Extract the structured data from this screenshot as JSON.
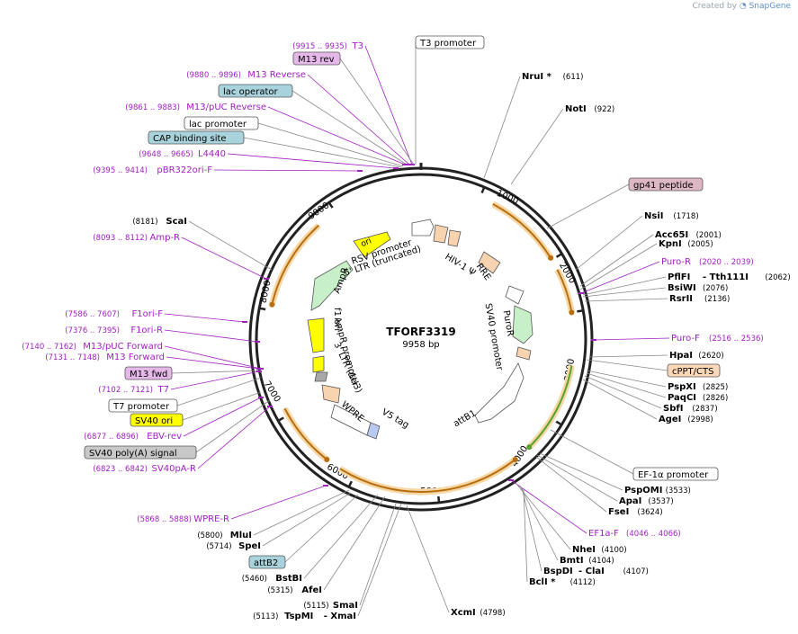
{
  "header": {
    "credit_prefix": "Created by",
    "credit_brand": "SnapGene"
  },
  "plasmid": {
    "name": "TFORF3319",
    "length_label": "9958 bp",
    "length": 9958
  },
  "colors": {
    "enzyme": "#000000",
    "primer": "#a020c0",
    "primer_range": "#a020c0",
    "ring": "#222222",
    "arrow_orange": "#e8a23b",
    "feature_green": "#8ad48a",
    "feature_yellow": "#ffff00",
    "feature_peach": "#f8d3b0",
    "feature_white": "#ffffff",
    "feature_gray": "#a8a8a8",
    "feature_lightgreen": "#c8f0c8",
    "box_magenta": "#e6b8ea",
    "box_blue": "#a8d3dc",
    "box_pink": "#ddb8c4",
    "box_yellow": "#ffff00",
    "box_orange": "#fdd8b8",
    "box_gray": "#c8c8c8"
  },
  "ticks": [
    "1000",
    "2000",
    "3000",
    "4000",
    "5000",
    "6000",
    "7000",
    "8000",
    "9000"
  ],
  "labels": [
    {
      "kind": "primer",
      "range": "(9915 .. 9935)",
      "name": "T3"
    },
    {
      "kind": "box",
      "name": "M13 rev",
      "fill": "box_magenta"
    },
    {
      "kind": "box",
      "name": "T3 promoter",
      "fill": "feature_white"
    },
    {
      "kind": "primer",
      "range": "(9880 .. 9896)",
      "name": "M13 Reverse"
    },
    {
      "kind": "box",
      "name": "lac operator",
      "fill": "box_blue"
    },
    {
      "kind": "primer",
      "range": "(9861 .. 9883)",
      "name": "M13/pUC Reverse"
    },
    {
      "kind": "box",
      "name": "lac promoter",
      "fill": "feature_white"
    },
    {
      "kind": "box",
      "name": "CAP binding site",
      "fill": "box_blue"
    },
    {
      "kind": "primer",
      "range": "(9648 .. 9665)",
      "name": "L4440"
    },
    {
      "kind": "primer",
      "range": "(9395 .. 9414)",
      "name": "pBR322ori-F"
    },
    {
      "kind": "enzyme",
      "pos": "(8181)",
      "name": "ScaI"
    },
    {
      "kind": "primer",
      "range": "(8093 .. 8112)",
      "name": "Amp-R"
    },
    {
      "kind": "primer",
      "range": "(7586 .. 7607)",
      "name": "F1ori-F"
    },
    {
      "kind": "primer",
      "range": "(7376 .. 7395)",
      "name": "F1ori-R"
    },
    {
      "kind": "primer",
      "range": "(7140 .. 7162)",
      "name": "M13/pUC Forward"
    },
    {
      "kind": "primer",
      "range": "(7131 .. 7148)",
      "name": "M13 Forward"
    },
    {
      "kind": "box",
      "name": "M13 fwd",
      "fill": "box_magenta"
    },
    {
      "kind": "primer",
      "range": "(7102 .. 7121)",
      "name": "T7"
    },
    {
      "kind": "box",
      "name": "T7 promoter",
      "fill": "feature_white"
    },
    {
      "kind": "box",
      "name": "SV40 ori",
      "fill": "box_yellow"
    },
    {
      "kind": "primer",
      "range": "(6877 .. 6896)",
      "name": "EBV-rev"
    },
    {
      "kind": "box",
      "name": "SV40 poly(A) signal",
      "fill": "box_gray"
    },
    {
      "kind": "primer",
      "range": "(6823 .. 6842)",
      "name": "SV40pA-R"
    },
    {
      "kind": "primer",
      "range": "(5868 .. 5888)",
      "name": "WPRE-R"
    },
    {
      "kind": "enzyme",
      "pos": "(5800)",
      "name": "MluI"
    },
    {
      "kind": "enzyme",
      "pos": "(5714)",
      "name": "SpeI"
    },
    {
      "kind": "box",
      "name": "attB2",
      "fill": "box_blue"
    },
    {
      "kind": "enzyme",
      "pos": "(5460)",
      "name": "BstBI"
    },
    {
      "kind": "enzyme",
      "pos": "(5315)",
      "name": "AfeI"
    },
    {
      "kind": "enzyme",
      "pos": "(5115)",
      "name": "SmaI"
    },
    {
      "kind": "enzyme",
      "pos": "(5113)",
      "name": "TspMI",
      "extra": "- XmaI"
    },
    {
      "kind": "enzyme",
      "pos": "(4798)",
      "name": "XcmI",
      "pos_after": true
    },
    {
      "kind": "enzyme",
      "pos": "(611)",
      "name": "NruI *",
      "pos_after": true
    },
    {
      "kind": "enzyme",
      "pos": "(922)",
      "name": "NotI",
      "pos_after": true
    },
    {
      "kind": "box",
      "name": "gp41 peptide",
      "fill": "box_pink"
    },
    {
      "kind": "enzyme",
      "pos": "(1718)",
      "name": "NsiI",
      "pos_after": true
    },
    {
      "kind": "enzyme",
      "pos": "(2001)",
      "name": "Acc65I",
      "pos_after": true
    },
    {
      "kind": "enzyme",
      "pos": "(2005)",
      "name": "KpnI",
      "pos_after": true
    },
    {
      "kind": "primer",
      "range": "(2020 .. 2039)",
      "name": "Puro-R",
      "range_after": true
    },
    {
      "kind": "enzyme",
      "pos": "(2062)",
      "name": "PflFI",
      "extra": "- Tth111I",
      "pos_after": true
    },
    {
      "kind": "enzyme",
      "pos": "(2076)",
      "name": "BsiWI",
      "pos_after": true
    },
    {
      "kind": "enzyme",
      "pos": "(2136)",
      "name": "RsrII",
      "pos_after": true
    },
    {
      "kind": "primer",
      "range": "(2516 .. 2536)",
      "name": "Puro-F",
      "range_after": true
    },
    {
      "kind": "enzyme",
      "pos": "(2620)",
      "name": "HpaI",
      "pos_after": true
    },
    {
      "kind": "box",
      "name": "cPPT/CTS",
      "fill": "box_orange"
    },
    {
      "kind": "enzyme",
      "pos": "(2825)",
      "name": "PspXI",
      "pos_after": true
    },
    {
      "kind": "enzyme",
      "pos": "(2826)",
      "name": "PaqCI",
      "pos_after": true
    },
    {
      "kind": "enzyme",
      "pos": "(2837)",
      "name": "SbfI",
      "pos_after": true
    },
    {
      "kind": "enzyme",
      "pos": "(2998)",
      "name": "AgeI",
      "pos_after": true
    },
    {
      "kind": "box",
      "name": "EF-1α promoter",
      "fill": "feature_white"
    },
    {
      "kind": "enzyme",
      "pos": "(3533)",
      "name": "PspOMI",
      "pos_after": true
    },
    {
      "kind": "enzyme",
      "pos": "(3537)",
      "name": "ApaI",
      "pos_after": true
    },
    {
      "kind": "enzyme",
      "pos": "(3624)",
      "name": "FseI",
      "pos_after": true
    },
    {
      "kind": "primer",
      "range": "(4046 .. 4066)",
      "name": "EF1a-F",
      "range_after": true
    },
    {
      "kind": "enzyme",
      "pos": "(4100)",
      "name": "NheI",
      "pos_after": true
    },
    {
      "kind": "enzyme",
      "pos": "(4104)",
      "name": "BmtI",
      "pos_after": true
    },
    {
      "kind": "enzyme",
      "pos": "(4107)",
      "name": "BspDI",
      "extra": "- ClaI",
      "pos_after": true
    },
    {
      "kind": "enzyme",
      "pos": "(4112)",
      "name": "BclI *",
      "pos_after": true
    }
  ],
  "inner_labels": [
    "ori",
    "RSV promoter",
    "5' LTR (truncated)",
    "HIV-1 Ψ",
    "RRE",
    "AmpR",
    "PuroR",
    "SV40 promoter",
    "f1 ori",
    "AmpR promoter",
    "3' LTR (ΔU3)",
    "WPRE",
    "V5 tag",
    "attB1"
  ]
}
